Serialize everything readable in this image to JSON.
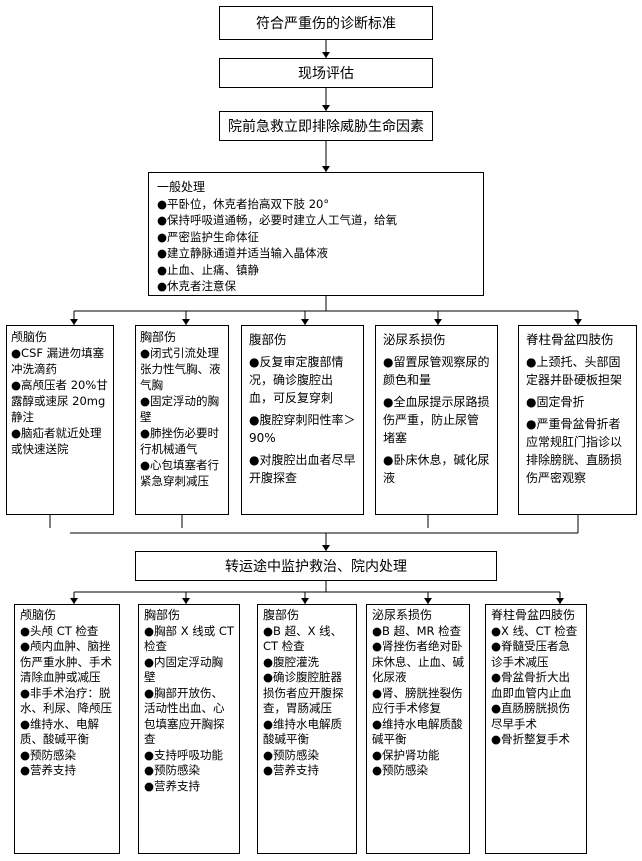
{
  "header": {
    "step1": "符合严重伤的诊断标准",
    "step2": "现场评估",
    "step3": "院前急救立即排除威胁生命因素"
  },
  "general": {
    "title": "一般处理",
    "items": [
      "平卧位，休克者抬高双下肢 20°",
      "保持呼吸道通畅，必要时建立人工气道，给氧",
      "严密监护生命体征",
      "建立静脉通道并适当输入晶体液",
      "止血、止痛、镇静",
      "休克者注意保"
    ]
  },
  "prehospital": [
    {
      "title": "颅脑伤",
      "items": [
        "CSF 漏进勿填塞冲洗滴药",
        "高颅压者 20%甘露醇或速尿 20mg 静注",
        "脑疝者就近处理或快速送院"
      ]
    },
    {
      "title": "胸部伤",
      "items": [
        "闭式引流处理张力性气胸、液气胸",
        "固定浮动的胸壁",
        "肺挫伤必要时行机械通气",
        "心包填塞者行紧急穿刺减压"
      ]
    },
    {
      "title": "腹部伤",
      "items": [
        "反复审定腹部情况，确诊腹腔出血，可反复穿刺",
        "腹腔穿刺阳性率＞90%",
        "对腹腔出血者尽早开腹探查"
      ]
    },
    {
      "title": "泌尿系损伤",
      "items": [
        "留置尿管观察尿的颜色和量",
        "全血尿提示尿路损伤严重，防止尿管堵塞",
        "卧床休息，碱化尿液"
      ]
    },
    {
      "title": "脊柱骨盆四肢伤",
      "items": [
        "上颈托、头部固定器并卧硬板担架",
        "固定骨折",
        "严重骨盆骨折者应常规肛门指诊以排除膀胱、直肠损伤严密观察"
      ]
    }
  ],
  "transport": "转运途中监护救治、院内处理",
  "inhospital": [
    {
      "title": "颅脑伤",
      "items": [
        "头颅 CT 检查",
        "颅内血肿、脑挫伤严重水肿、手术清除血肿或减压",
        "非手术治疗：脱水、利尿、降颅压",
        "维持水、电解质、酸碱平衡",
        "预防感染",
        "营养支持"
      ]
    },
    {
      "title": "胸部伤",
      "items": [
        "胸部 X 线或 CT 检查",
        "内固定浮动胸壁",
        "胸部开放伤、活动性出血、心包填塞应开胸探查",
        "支持呼吸功能",
        "预防感染",
        "营养支持"
      ]
    },
    {
      "title": "腹部伤",
      "items": [
        "B 超、X 线、CT 检查",
        "腹腔灌洗",
        "确诊腹腔脏器损伤者应开腹探查，胃肠减压",
        "维持水电解质酸碱平衡",
        "预防感染",
        "营养支持"
      ]
    },
    {
      "title": "泌尿系损伤",
      "items": [
        "B 超、MR 检查",
        "肾挫伤者绝对卧床休息、止血、碱化尿液",
        "肾、膀胱挫裂伤应行手术修复",
        "维持水电解质酸碱平衡",
        "保护肾功能",
        "预防感染"
      ]
    },
    {
      "title": "脊柱骨盆四肢伤",
      "items": [
        "X 线、CT 检查",
        "脊髓受压者急诊手术减压",
        "骨盆骨折大出血即血管内止血",
        "直肠膀胱损伤尽早手术",
        "骨折整复手术"
      ]
    }
  ]
}
